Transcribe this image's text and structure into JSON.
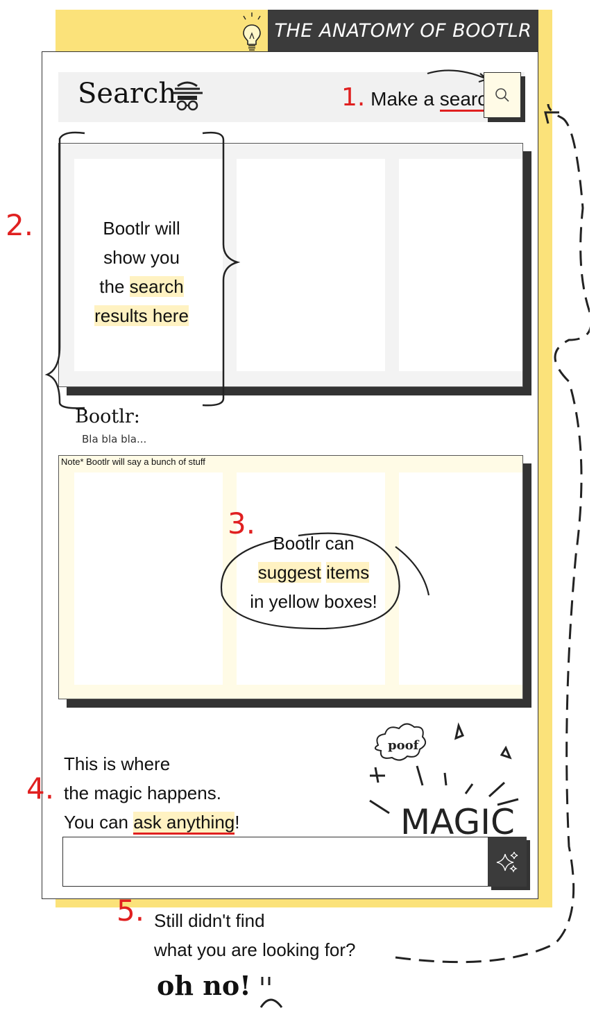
{
  "header": {
    "title": "THE ANATOMY OF BOOTLR"
  },
  "search": {
    "label": "Search",
    "hint_number": "1.",
    "hint_text_before": "Make a ",
    "hint_keyword": "search"
  },
  "results": {
    "number": "2.",
    "line1": "Bootlr will",
    "line2": "show you",
    "line3_plain": "the ",
    "line3_hl": "search",
    "line4_hl": "results here"
  },
  "bootlr_chat": {
    "name": "Bootlr:",
    "message": "Bla bla bla..."
  },
  "note": {
    "text": "Note* Bootlr will say a bunch of stuff"
  },
  "suggestions": {
    "number": "3.",
    "line1": "Bootlr can",
    "line2_hl_a": "suggest",
    "line2_mid": " ",
    "line2_hl_b": "items",
    "line3": "in yellow boxes!"
  },
  "magic": {
    "number": "4.",
    "line1": "This is where",
    "line2": "the magic happens.",
    "line3_plain": "You can ",
    "line3_hl": "ask anything",
    "line3_end": "!",
    "art_words": [
      "poof",
      "MAGIC"
    ]
  },
  "ask": {
    "placeholder": ""
  },
  "fallback": {
    "number": "5.",
    "line1": "Still didn't find",
    "line2": "what you are looking for?",
    "exclaim": "oh no!"
  },
  "icons": {
    "search": "magnifier-icon",
    "ask": "sparkles-icon",
    "bulb": "lightbulb-icon",
    "hat": "detective-hat-icon"
  },
  "colors": {
    "accent_yellow": "#fbe27a",
    "highlight": "#fff2c2",
    "dark": "#3b3b3b",
    "red": "#e02020"
  }
}
